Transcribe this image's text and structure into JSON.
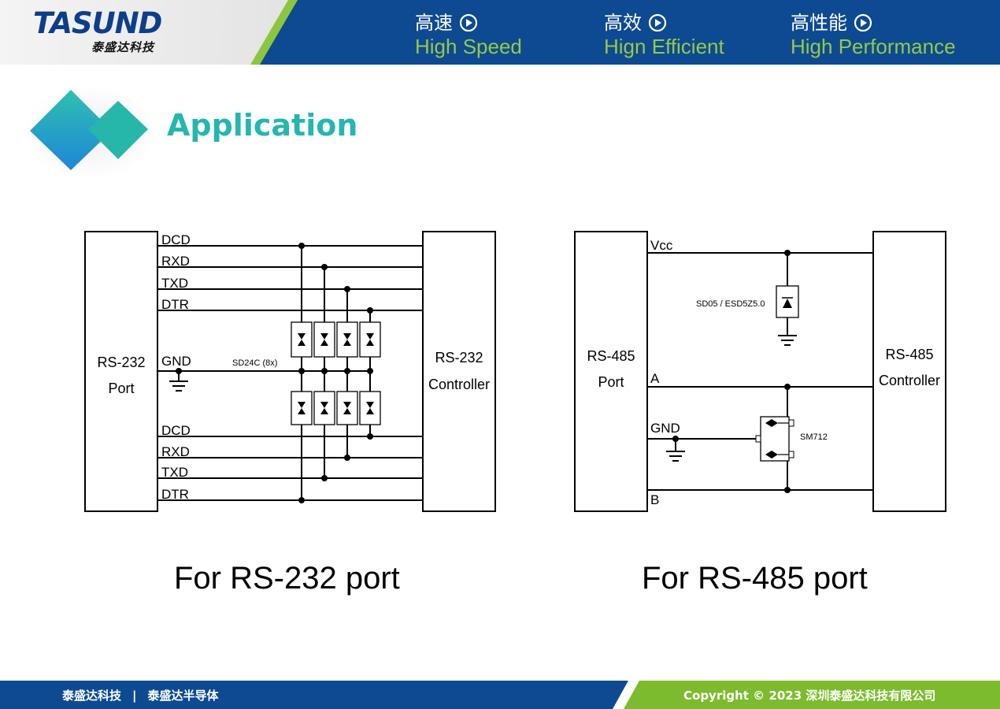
{
  "header": {
    "logo": "TASUND",
    "logo_subtitle": "泰盛达科技",
    "slogans": [
      {
        "cn": "高速",
        "en": "High Speed"
      },
      {
        "cn": "高效",
        "en": "Hign Efficient"
      },
      {
        "cn": "高性能",
        "en": "High Performance"
      }
    ],
    "colors": {
      "blue": "#0d4a91",
      "green": "#7dbb2e",
      "title": "#25b6b0"
    }
  },
  "section": {
    "title": "Application"
  },
  "rs232": {
    "port_label_1": "RS-232",
    "port_label_2": "Port",
    "controller_label_1": "RS-232",
    "controller_label_2": "Controller",
    "top_signals": [
      "DCD",
      "RXD",
      "TXD",
      "DTR"
    ],
    "gnd": "GND",
    "bottom_signals": [
      "DCD",
      "RXD",
      "TXD",
      "DTR"
    ],
    "device": "SD24C (8x)",
    "caption": "For RS-232 port"
  },
  "rs485": {
    "port_label_1": "RS-485",
    "port_label_2": "Port",
    "controller_label_1": "RS-485",
    "controller_label_2": "Controller",
    "vcc": "Vcc",
    "a": "A",
    "gnd": "GND",
    "b": "B",
    "tvs": "SD05 / ESD5Z5.0",
    "device": "SM712",
    "caption": "For RS-485 port"
  },
  "footer": {
    "left_1": "泰盛达科技",
    "separator": "|",
    "left_2": "泰盛达半导体",
    "copyright": "Copyright © 2023 深圳泰盛达科技有限公司"
  }
}
